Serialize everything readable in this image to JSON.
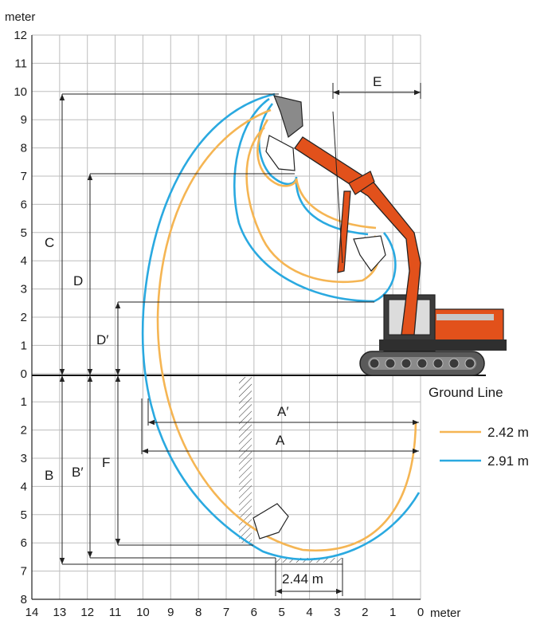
{
  "axes": {
    "y_unit": "meter",
    "x_unit": "meter",
    "y_ticks": [
      "12",
      "11",
      "10",
      "9",
      "8",
      "7",
      "6",
      "5",
      "4",
      "3",
      "2",
      "1",
      "0",
      "1",
      "2",
      "3",
      "4",
      "5",
      "6",
      "7",
      "8"
    ],
    "x_ticks": [
      "14",
      "13",
      "12",
      "11",
      "10",
      "9",
      "8",
      "7",
      "6",
      "5",
      "4",
      "3",
      "2",
      "1",
      "0"
    ]
  },
  "ground_label": "Ground Line",
  "dimensions": {
    "A": "A",
    "A_prime": "A′",
    "B": "B",
    "B_prime": "B′",
    "C": "C",
    "D": "D",
    "D_prime": "D′",
    "E": "E",
    "F": "F",
    "bucket_width": "2.44 m"
  },
  "legend": [
    {
      "label": "2.42 m",
      "color": "#f5b553"
    },
    {
      "label": "2.91 m",
      "color": "#2aa9e0"
    }
  ],
  "colors": {
    "boom_orange": "#e2511b",
    "track_grey": "#4a4a4a"
  }
}
